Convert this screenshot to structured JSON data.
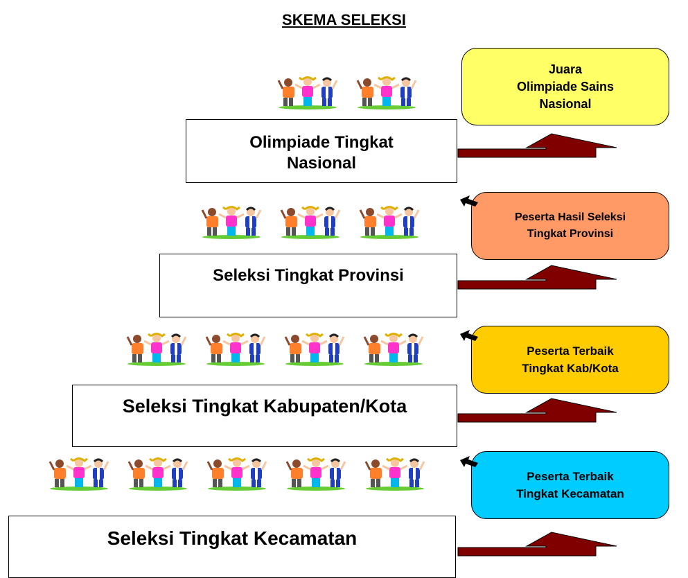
{
  "title": "SKEMA SELEKSI",
  "stages": [
    {
      "label": "Olimpiade Tingkat Nasional",
      "kid_groups": 2
    },
    {
      "label": "Seleksi Tingkat Provinsi",
      "kid_groups": 3
    },
    {
      "label": "Seleksi Tingkat Kabupaten/Kota",
      "kid_groups": 4
    },
    {
      "label": "Seleksi Tingkat Kecamatan",
      "kid_groups": 5
    }
  ],
  "results": [
    {
      "label": "Juara\nOlimpiade Sains\nNasional",
      "color": "#ffff66"
    },
    {
      "label": "Peserta Hasil Seleksi\nTingkat Provinsi",
      "color": "#ff9966"
    },
    {
      "label": "Peserta Terbaik\nTingkat Kab/Kota",
      "color": "#ffcc00"
    },
    {
      "label": "Peserta Terbaik\nTingkat Kecamatan",
      "color": "#00ccff"
    }
  ],
  "colors": {
    "arrow": "#800000",
    "pointer": "#000000"
  }
}
